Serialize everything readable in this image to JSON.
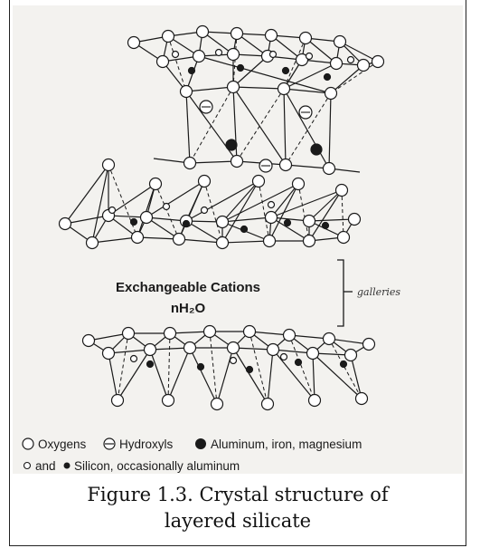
{
  "labels": {
    "cations": "Exchangeable Cations",
    "water": "nH₂O",
    "galleries": "galleries"
  },
  "legend": {
    "line1": {
      "oxygens": "Oxygens",
      "hydroxyls": "Hydroxyls",
      "octahedral": "Aluminum, iron, magnesium"
    },
    "line2": {
      "and": "and",
      "tetrahedral": "Silicon, occasionally aluminum"
    }
  },
  "caption": {
    "line1": "Figure 1.3.  Crystal structure of",
    "line2": "layered silicate"
  },
  "colors": {
    "line": "#1a1a1a",
    "atom_fill": "#ffffff",
    "cation_fill": "#1a1a1a"
  }
}
